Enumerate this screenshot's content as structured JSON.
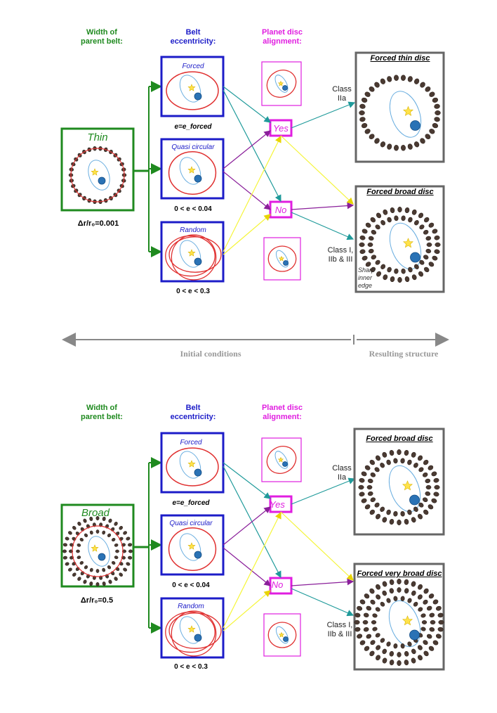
{
  "panels": [
    {
      "headers": {
        "width": "Width of\nparent belt:",
        "eccentricity": "Belt\neccentricity:",
        "alignment": "Planet disc\nalignment:"
      },
      "belt_box_title": "Thin",
      "belt_ratio_label": "Δr/r₀=0.001",
      "ecc_boxes": [
        {
          "title": "Forced",
          "condition": "e=e_forced"
        },
        {
          "title": "Quasi circular",
          "condition": "0 < e < 0.04"
        },
        {
          "title": "Random",
          "condition": "0 < e < 0.3"
        }
      ],
      "yes_label": "Yes",
      "no_label": "No",
      "results": [
        {
          "title": "Forced thin disc",
          "class_label": "Class\nIIa"
        },
        {
          "title": "Forced broad disc",
          "class_label": "Class I,\nIIb & III",
          "note": "Sharp\ninner\nedge"
        }
      ]
    },
    {
      "headers": {
        "width": "Width of\nparent belt:",
        "eccentricity": "Belt\neccentricity:",
        "alignment": "Planet disc\nalignment:"
      },
      "belt_box_title": "Broad",
      "belt_ratio_label": "Δr/r₀=0.5",
      "ecc_boxes": [
        {
          "title": "Forced",
          "condition": "e=e_forced"
        },
        {
          "title": "Quasi circular",
          "condition": "0 < e < 0.04"
        },
        {
          "title": "Random",
          "condition": "0 < e < 0.3"
        }
      ],
      "yes_label": "Yes",
      "no_label": "No",
      "results": [
        {
          "title": "Forced broad disc",
          "class_label": "Class\nIIa"
        },
        {
          "title": "Forced very broad disc",
          "class_label": "Class I,\nIIb & III"
        }
      ]
    }
  ],
  "divider": {
    "left_label": "Initial conditions",
    "right_label": "Resulting structure"
  },
  "colors": {
    "green": "#1f8a1f",
    "blue": "#1c1cc8",
    "magenta": "#e01ee0",
    "teal": "#1f9a9a",
    "purple": "#8a1f9a",
    "yellow": "#f5f53a",
    "red": "#e03030",
    "lightblue": "#6aaee0",
    "rock": "#4a3a32",
    "gray": "#666666"
  }
}
